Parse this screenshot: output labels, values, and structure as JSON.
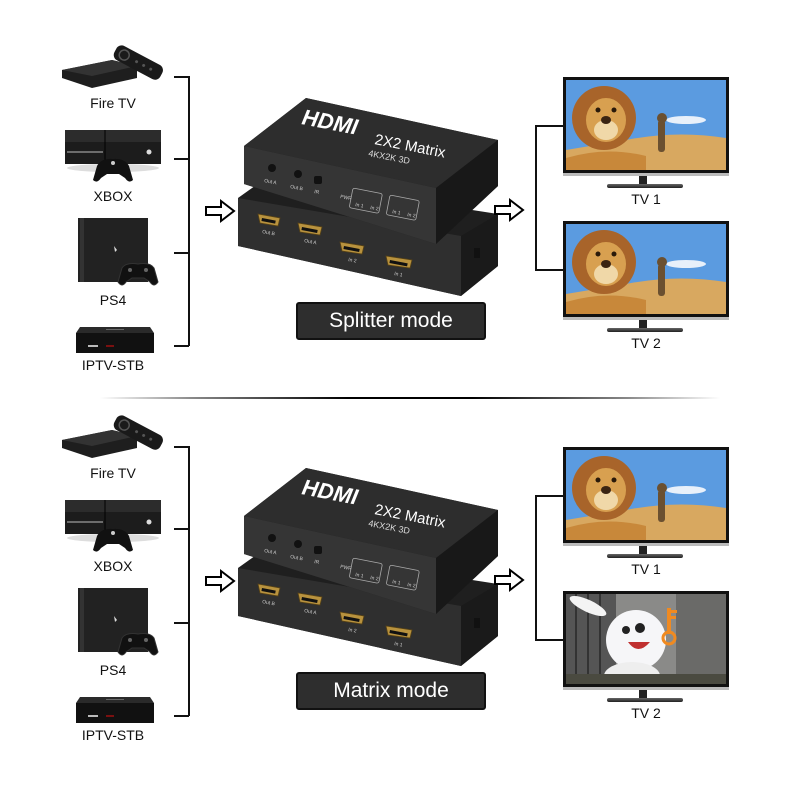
{
  "sections": [
    {
      "mode_label": "Splitter mode",
      "sources": [
        {
          "label": "Fire TV",
          "icon": "fire-tv-icon"
        },
        {
          "label": "XBOX",
          "icon": "xbox-icon"
        },
        {
          "label": "PS4",
          "icon": "ps4-icon"
        },
        {
          "label": "IPTV-STB",
          "icon": "iptv-stb-icon"
        }
      ],
      "device": {
        "brand": "HDMI",
        "model": "2X2 Matrix",
        "spec": "4KX2K 3D",
        "buttons": [
          "Out A",
          "Out B",
          "IR",
          "PWR"
        ],
        "indicator_groups": [
          {
            "title": "Out A",
            "inputs": [
              "In 1",
              "In 2"
            ]
          },
          {
            "title": "Out B",
            "inputs": [
              "In 1",
              "In 2"
            ]
          }
        ],
        "ports": [
          "Out B",
          "Out A",
          "In 2",
          "In 1"
        ]
      },
      "outputs": [
        {
          "label": "TV 1",
          "screen": "lion-and-meerkat"
        },
        {
          "label": "TV 2",
          "screen": "lion-and-meerkat"
        }
      ]
    },
    {
      "mode_label": "Matrix mode",
      "sources": [
        {
          "label": "Fire TV",
          "icon": "fire-tv-icon"
        },
        {
          "label": "XBOX",
          "icon": "xbox-icon"
        },
        {
          "label": "PS4",
          "icon": "ps4-icon"
        },
        {
          "label": "IPTV-STB",
          "icon": "iptv-stb-icon"
        }
      ],
      "device": {
        "brand": "HDMI",
        "model": "2X2 Matrix",
        "spec": "4KX2K 3D",
        "buttons": [
          "Out A",
          "Out B",
          "IR",
          "PWR"
        ],
        "indicator_groups": [
          {
            "title": "Out A",
            "inputs": [
              "In 1",
              "In 2"
            ]
          },
          {
            "title": "Out B",
            "inputs": [
              "In 1",
              "In 2"
            ]
          }
        ],
        "ports": [
          "Out B",
          "Out A",
          "In 2",
          "In 1"
        ]
      },
      "outputs": [
        {
          "label": "TV 1",
          "screen": "lion-and-meerkat"
        },
        {
          "label": "TV 2",
          "screen": "white-rabbit-with-key"
        }
      ]
    }
  ],
  "colors": {
    "device_body": "#2b2b2b",
    "mode_box": "#2e2e2e",
    "sky": "#4a90d9",
    "lion": "#c8883a"
  }
}
